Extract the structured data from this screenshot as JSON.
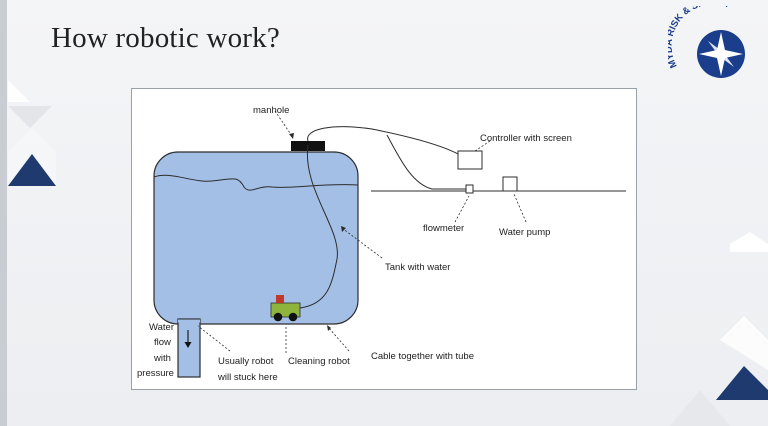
{
  "slide": {
    "title": "How robotic work?"
  },
  "logo": {
    "text": "MYDA RISK & SAFETY",
    "icon": "compass-star-logo",
    "color": "#1a3e8c"
  },
  "diagram": {
    "labels": {
      "manhole": "manhole",
      "controller": "Controller with screen",
      "flowmeter": "flowmeter",
      "water_pump": "Water pump",
      "tank": "Tank with water",
      "water_flow_1": "Water",
      "water_flow_2": "flow",
      "water_flow_3": "with",
      "water_flow_4": "pressure",
      "stuck_1": "Usually robot",
      "stuck_2": "will stuck here",
      "cleaning_robot": "Cleaning robot",
      "cable": "Cable together with tube"
    },
    "colors": {
      "tank_fill": "#a4bfe6",
      "tank_stroke": "#2c2c2c",
      "robot_body": "#8fb43c",
      "robot_top": "#c0392b",
      "manhole": "#111111",
      "frame_bg": "#ffffff"
    }
  },
  "decorations": {
    "accent": "#1e3a6e",
    "light": "#ffffff"
  }
}
